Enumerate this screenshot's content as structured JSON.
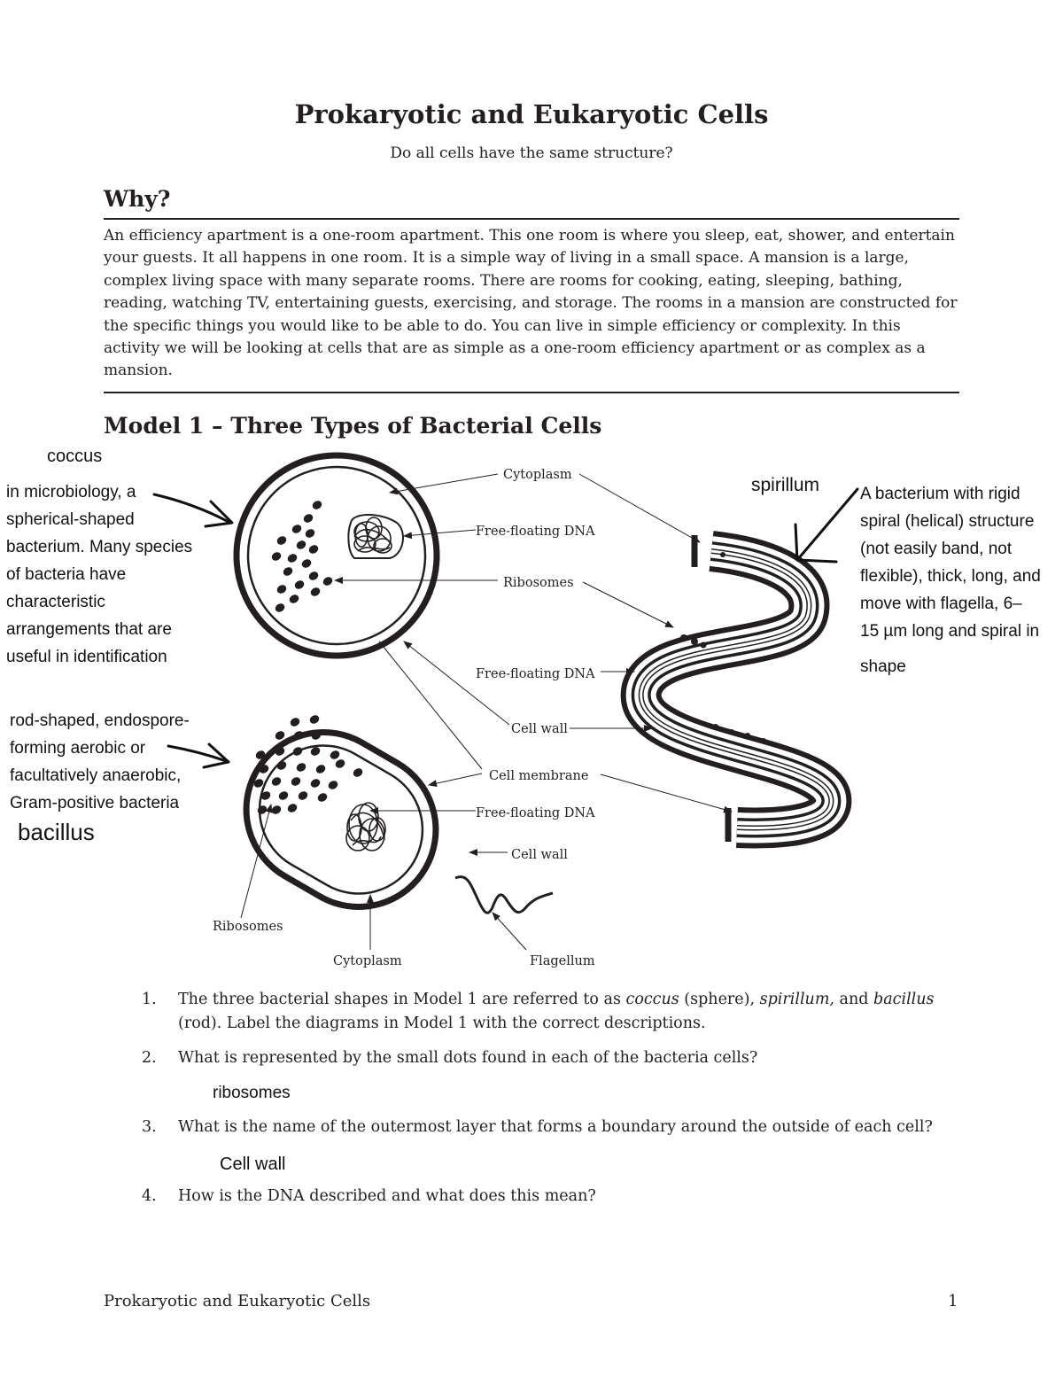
{
  "header": {
    "title": "Prokaryotic and Eukaryotic Cells",
    "subtitle": "Do all cells have the same structure?"
  },
  "why": {
    "heading": "Why?",
    "text": "An efficiency apartment is a one-room apartment. This one room is where you sleep, eat, shower, and entertain your guests. It all happens in one room. It is a simple way of living in a small space. A mansion is a large, complex living space with many separate rooms. There are rooms for cooking, eating, sleeping, bathing, reading, watching TV, entertaining guests, exercising, and storage. The rooms in a mansion are constructed for the specific things you would like to be able to do. You can live in simple efficiency or complexity. In this activity we will be looking at cells that are as simple as a one-room efficiency apartment or as complex as a mansion."
  },
  "model": {
    "heading": "Model 1 – Three Types of Bacterial Cells",
    "labels": {
      "cytoplasm_top": "Cytoplasm",
      "dna_coccus": "Free-floating DNA",
      "ribosomes_top": "Ribosomes",
      "dna_spirillum": "Free-floating DNA",
      "cell_wall_mid": "Cell wall",
      "cell_membrane": "Cell membrane",
      "dna_bacillus": "Free-floating DNA",
      "cell_wall_bottom": "Cell wall",
      "ribosomes_bottom": "Ribosomes",
      "cytoplasm_bottom": "Cytoplasm",
      "flagellum": "Flagellum"
    }
  },
  "annotations": {
    "coccus_name": "coccus",
    "coccus_desc": [
      "in microbiology, a",
      "spherical-shaped",
      "bacterium. Many species",
      "of bacteria have",
      "characteristic",
      "arrangements that are",
      "useful in identification"
    ],
    "bacillus_desc": [
      "rod-shaped, endospore-",
      "forming aerobic or",
      "facultatively anaerobic,",
      "Gram-positive bacteria"
    ],
    "bacillus_name": "bacillus",
    "spirillum_name": "spirillum",
    "spirillum_desc": [
      "A bacterium with rigid",
      "spiral (helical) structure",
      "(not easily band, not",
      "flexible), thick, long, and",
      "move with flagella, 6–",
      "15 µm long and spiral in"
    ],
    "spirillum_desc_last": "shape"
  },
  "questions": [
    {
      "number": "1.",
      "pre": "The three bacterial shapes in Model 1 are referred to as ",
      "t1": "coccus",
      "mid1": " (sphere), ",
      "t2": "spirillum,",
      "mid2": " and ",
      "t3": "bacillus",
      "post": "(rod). Label the diagrams in Model 1 with the correct descriptions."
    },
    {
      "number": "2.",
      "text": "What is represented by the small dots found in each of the bacteria cells?",
      "answer": "ribosomes"
    },
    {
      "number": "3.",
      "text": "What is the name of the outermost layer that forms a boundary around the outside of each cell?",
      "answer": "Cell wall"
    },
    {
      "number": "4.",
      "text": "How is the DNA described and what does this mean?"
    }
  ],
  "footer": {
    "title": "Prokaryotic and Eukaryotic Cells",
    "page": "1"
  }
}
